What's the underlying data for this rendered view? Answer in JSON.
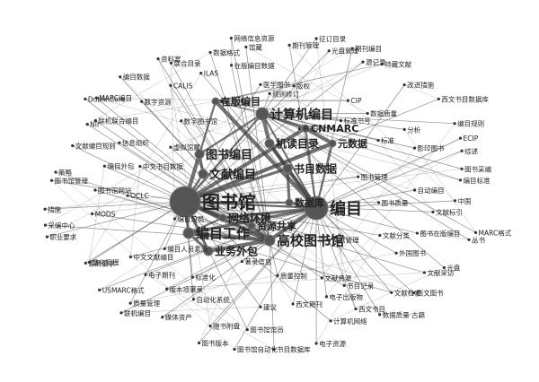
{
  "network": {
    "hubs": [
      {
        "id": "tsg",
        "label": "图书馆"
      },
      {
        "id": "bm",
        "label": "编目"
      },
      {
        "id": "bmgz",
        "label": "编目工作"
      },
      {
        "id": "gxtsg",
        "label": "高校图书馆"
      },
      {
        "id": "jsjbm",
        "label": "计算机编目"
      },
      {
        "id": "wlhj",
        "label": "网络环境"
      },
      {
        "id": "tsbm",
        "label": "图书编目"
      },
      {
        "id": "wxbm",
        "label": "文献编目"
      },
      {
        "id": "jdsm",
        "label": "机读目录"
      },
      {
        "id": "sjk",
        "label": "书目数据"
      },
      {
        "id": "cnmarc",
        "label": "CNMARC"
      },
      {
        "id": "zyxx",
        "label": "资源共享"
      },
      {
        "id": "ywwb",
        "label": "业务外包"
      },
      {
        "id": "zxbm",
        "label": "在版编目"
      },
      {
        "id": "mbk",
        "label": "元数据"
      },
      {
        "id": "sjkd",
        "label": "数据库"
      }
    ],
    "leaves": [
      {
        "id": "l1",
        "label": "医学图书"
      },
      {
        "id": "l2",
        "label": "规则修订"
      },
      {
        "id": "l3",
        "label": "期刊管理"
      },
      {
        "id": "l4",
        "label": "版权"
      },
      {
        "id": "l5",
        "label": "征订目录"
      },
      {
        "id": "l6",
        "label": "光盘管理"
      },
      {
        "id": "l7",
        "label": "书刊号"
      },
      {
        "id": "l8",
        "label": "期刊编目"
      },
      {
        "id": "l9",
        "label": "源记录"
      },
      {
        "id": "l10",
        "label": "CIP"
      },
      {
        "id": "l11",
        "label": "特藏文献"
      },
      {
        "id": "l12",
        "label": "标准书号"
      },
      {
        "id": "l13",
        "label": "数据质量"
      },
      {
        "id": "l14",
        "label": "改进措施"
      },
      {
        "id": "l15",
        "label": "西文书目数据库"
      },
      {
        "id": "l16",
        "label": "分析"
      },
      {
        "id": "l17",
        "label": "标准"
      },
      {
        "id": "l18",
        "label": "编目规则"
      },
      {
        "id": "l19",
        "label": "影印图书"
      },
      {
        "id": "l20",
        "label": "ECIP"
      },
      {
        "id": "l21",
        "label": "综述"
      },
      {
        "id": "l22",
        "label": "图书管理"
      },
      {
        "id": "l23",
        "label": "图书采编"
      },
      {
        "id": "l24",
        "label": "编目标准"
      },
      {
        "id": "l25",
        "label": "自动编目"
      },
      {
        "id": "l26",
        "label": "中国"
      },
      {
        "id": "l27",
        "label": "图书质量"
      },
      {
        "id": "l28",
        "label": "文献标引"
      },
      {
        "id": "l29",
        "label": "MARC格式"
      },
      {
        "id": "l30",
        "label": "丛书"
      },
      {
        "id": "l31",
        "label": "图书在版编目"
      },
      {
        "id": "l32",
        "label": "文献分类"
      },
      {
        "id": "l33",
        "label": "光盘"
      },
      {
        "id": "l34",
        "label": "外国图书"
      },
      {
        "id": "l35",
        "label": "文献采访"
      },
      {
        "id": "l36",
        "label": "西文图书"
      },
      {
        "id": "l37",
        "label": "文献管理"
      },
      {
        "id": "l38",
        "label": "文献检索"
      },
      {
        "id": "l39",
        "label": "数据质量·古籍"
      },
      {
        "id": "l40",
        "label": "书目记录"
      },
      {
        "id": "l41",
        "label": "西文书目"
      },
      {
        "id": "l42",
        "label": "文献资源"
      },
      {
        "id": "l43",
        "label": "电子出版物"
      },
      {
        "id": "l44",
        "label": "计算机网络"
      },
      {
        "id": "l45",
        "label": "电子资源"
      },
      {
        "id": "l46",
        "label": "西文期刊"
      },
      {
        "id": "l47",
        "label": "质量控制"
      },
      {
        "id": "l48",
        "label": "书目数据库"
      },
      {
        "id": "l49",
        "label": "建议"
      },
      {
        "id": "l50",
        "label": "图书馆馆员"
      },
      {
        "id": "l51",
        "label": "图书馆自动化"
      },
      {
        "id": "l52",
        "label": "著录信息"
      },
      {
        "id": "l53",
        "label": "随书附盘"
      },
      {
        "id": "l54",
        "label": "图书版本"
      },
      {
        "id": "l55",
        "label": "自动化系统"
      },
      {
        "id": "l56",
        "label": "媒体资产"
      },
      {
        "id": "l57",
        "label": "标准化"
      },
      {
        "id": "l58",
        "label": "版本项著录"
      },
      {
        "id": "l59",
        "label": "质量管理"
      },
      {
        "id": "l60",
        "label": "联机编目"
      },
      {
        "id": "l61",
        "label": "电子期刊"
      },
      {
        "id": "l62",
        "label": "编目人员素质"
      },
      {
        "id": "l63",
        "label": "USMARC格式"
      },
      {
        "id": "l64",
        "label": "中文文献编目"
      },
      {
        "id": "l65",
        "label": "量化管理"
      },
      {
        "id": "l66",
        "label": "素质要求"
      },
      {
        "id": "l67",
        "label": "编目馆员"
      },
      {
        "id": "l68",
        "label": "职业要求"
      },
      {
        "id": "l69",
        "label": "采编中心"
      },
      {
        "id": "l70",
        "label": "MODS"
      },
      {
        "id": "l71",
        "label": "措施"
      },
      {
        "id": "l72",
        "label": "OCLC"
      },
      {
        "id": "l73",
        "label": "图书馆网站"
      },
      {
        "id": "l74",
        "label": "图书馆管理"
      },
      {
        "id": "l75",
        "label": "策略"
      },
      {
        "id": "l76",
        "label": "编目外包"
      },
      {
        "id": "l77",
        "label": "中文书目数据"
      },
      {
        "id": "l78",
        "label": "文献编目规则"
      },
      {
        "id": "l79",
        "label": "信息组织"
      },
      {
        "id": "l80",
        "label": "NII"
      },
      {
        "id": "l81",
        "label": "联机联合编目"
      },
      {
        "id": "l82",
        "label": "虚拟馆藏"
      },
      {
        "id": "l83",
        "label": "DublinCore"
      },
      {
        "id": "l84",
        "label": "MARC编目"
      },
      {
        "id": "l85",
        "label": "数字资源"
      },
      {
        "id": "l86",
        "label": "编目数据"
      },
      {
        "id": "l87",
        "label": "数字图书馆"
      },
      {
        "id": "l88",
        "label": "CALIS"
      },
      {
        "id": "l89",
        "label": "资料室"
      },
      {
        "id": "l90",
        "label": "联合目录"
      },
      {
        "id": "l91",
        "label": "ILAS"
      },
      {
        "id": "l92",
        "label": "社会化"
      },
      {
        "id": "l93",
        "label": "数据格式"
      },
      {
        "id": "l94",
        "label": "在版编目数据"
      },
      {
        "id": "l95",
        "label": "网络信息资源"
      },
      {
        "id": "l96",
        "label": "馆藏"
      }
    ],
    "edges": [
      [
        "tsg",
        "bm"
      ],
      [
        "tsg",
        "bmgz"
      ],
      [
        "tsg",
        "gxtsg"
      ],
      [
        "tsg",
        "jsjbm"
      ],
      [
        "tsg",
        "wlhj"
      ],
      [
        "tsg",
        "tsbm"
      ],
      [
        "tsg",
        "wxbm"
      ],
      [
        "tsg",
        "sjk"
      ],
      [
        "tsg",
        "cnmarc"
      ],
      [
        "tsg",
        "zyxx"
      ],
      [
        "tsg",
        "ywwb"
      ],
      [
        "tsg",
        "mbk"
      ],
      [
        "tsg",
        "sjkd"
      ],
      [
        "bm",
        "bmgz"
      ],
      [
        "bm",
        "gxtsg"
      ],
      [
        "bm",
        "jsjbm"
      ],
      [
        "bm",
        "wlhj"
      ],
      [
        "bm",
        "sjk"
      ],
      [
        "bm",
        "cnmarc"
      ],
      [
        "bm",
        "jdsm"
      ],
      [
        "bm",
        "zxbm"
      ],
      [
        "bm",
        "mbk"
      ],
      [
        "bm",
        "sjkd"
      ],
      [
        "bmgz",
        "gxtsg"
      ],
      [
        "bmgz",
        "wlhj"
      ],
      [
        "bmgz",
        "ywwb"
      ],
      [
        "gxtsg",
        "ywwb"
      ],
      [
        "gxtsg",
        "zyxx"
      ],
      [
        "jsjbm",
        "cnmarc"
      ],
      [
        "jsjbm",
        "jdsm"
      ],
      [
        "jsjbm",
        "tsbm"
      ],
      [
        "wxbm",
        "tsbm"
      ],
      [
        "jdsm",
        "sjk"
      ],
      [
        "zxbm",
        "tsbm"
      ],
      [
        "sjkd",
        "sjk"
      ],
      [
        "mbk",
        "cnmarc"
      ],
      [
        "tsg",
        "l1"
      ],
      [
        "tsg",
        "l6"
      ],
      [
        "tsg",
        "l9"
      ],
      [
        "tsg",
        "l15"
      ],
      [
        "tsg",
        "l22"
      ],
      [
        "tsg",
        "l27"
      ],
      [
        "tsg",
        "l28"
      ],
      [
        "tsg",
        "l32"
      ],
      [
        "tsg",
        "l35"
      ],
      [
        "tsg",
        "l37"
      ],
      [
        "tsg",
        "l40"
      ],
      [
        "tsg",
        "l44"
      ],
      [
        "tsg",
        "l49"
      ],
      [
        "tsg",
        "l50"
      ],
      [
        "tsg",
        "l55"
      ],
      [
        "tsg",
        "l57"
      ],
      [
        "tsg",
        "l59"
      ],
      [
        "tsg",
        "l62"
      ],
      [
        "tsg",
        "l65"
      ],
      [
        "tsg",
        "l66"
      ],
      [
        "tsg",
        "l67"
      ],
      [
        "tsg",
        "l68"
      ],
      [
        "tsg",
        "l71"
      ],
      [
        "tsg",
        "l74"
      ],
      [
        "bm",
        "l3"
      ],
      [
        "bm",
        "l8"
      ],
      [
        "bm",
        "l14"
      ],
      [
        "bm",
        "l20"
      ],
      [
        "bm",
        "l21"
      ],
      [
        "bm",
        "l25"
      ],
      [
        "bm",
        "l26"
      ],
      [
        "bm",
        "l31"
      ],
      [
        "bm",
        "l34"
      ],
      [
        "bm",
        "l36"
      ],
      [
        "bm",
        "l41"
      ],
      [
        "bm",
        "l46"
      ],
      [
        "bm",
        "l54"
      ],
      [
        "bm",
        "l58"
      ],
      [
        "bm",
        "l63"
      ],
      [
        "bm",
        "l64"
      ],
      [
        "bm",
        "l39"
      ],
      [
        "bm",
        "l43"
      ],
      [
        "bm",
        "l45"
      ],
      [
        "bm",
        "l51"
      ],
      [
        "bm",
        "l53"
      ],
      [
        "bm",
        "l56"
      ],
      [
        "bm",
        "l61"
      ],
      [
        "bm",
        "l91"
      ],
      [
        "jsjbm",
        "l2"
      ],
      [
        "jsjbm",
        "l5"
      ],
      [
        "jsjbm",
        "l7"
      ],
      [
        "jsjbm",
        "l12"
      ],
      [
        "jsjbm",
        "l13"
      ],
      [
        "jsjbm",
        "l18"
      ],
      [
        "jsjbm",
        "l24"
      ],
      [
        "jsjbm",
        "l29"
      ],
      [
        "jsjbm",
        "l30"
      ],
      [
        "jsjbm",
        "l33"
      ],
      [
        "zxbm",
        "l4"
      ],
      [
        "zxbm",
        "l10"
      ],
      [
        "zxbm",
        "l11"
      ],
      [
        "zxbm",
        "l16"
      ],
      [
        "zxbm",
        "l17"
      ],
      [
        "zxbm",
        "l19"
      ],
      [
        "zxbm",
        "l23"
      ],
      [
        "gxtsg",
        "l42"
      ],
      [
        "gxtsg",
        "l47"
      ],
      [
        "gxtsg",
        "l48"
      ],
      [
        "gxtsg",
        "l52"
      ],
      [
        "gxtsg",
        "l60"
      ],
      [
        "gxtsg",
        "l69"
      ],
      [
        "gxtsg",
        "l70"
      ],
      [
        "gxtsg",
        "l72"
      ],
      [
        "gxtsg",
        "l73"
      ],
      [
        "gxtsg",
        "l75"
      ],
      [
        "gxtsg",
        "l76"
      ],
      [
        "gxtsg",
        "l77"
      ],
      [
        "gxtsg",
        "l78"
      ],
      [
        "gxtsg",
        "l79"
      ],
      [
        "gxtsg",
        "l80"
      ],
      [
        "gxtsg",
        "l81"
      ],
      [
        "gxtsg",
        "l82"
      ],
      [
        "gxtsg",
        "l83"
      ],
      [
        "gxtsg",
        "l84"
      ],
      [
        "gxtsg",
        "l85"
      ],
      [
        "gxtsg",
        "l86"
      ],
      [
        "gxtsg",
        "l87"
      ],
      [
        "gxtsg",
        "l88"
      ],
      [
        "gxtsg",
        "l89"
      ],
      [
        "gxtsg",
        "l90"
      ],
      [
        "gxtsg",
        "l92"
      ],
      [
        "gxtsg",
        "l93"
      ],
      [
        "gxtsg",
        "l94"
      ],
      [
        "gxtsg",
        "l95"
      ],
      [
        "gxtsg",
        "l96"
      ],
      [
        "bmgz",
        "l38"
      ],
      [
        "sjk",
        "l38"
      ]
    ]
  }
}
